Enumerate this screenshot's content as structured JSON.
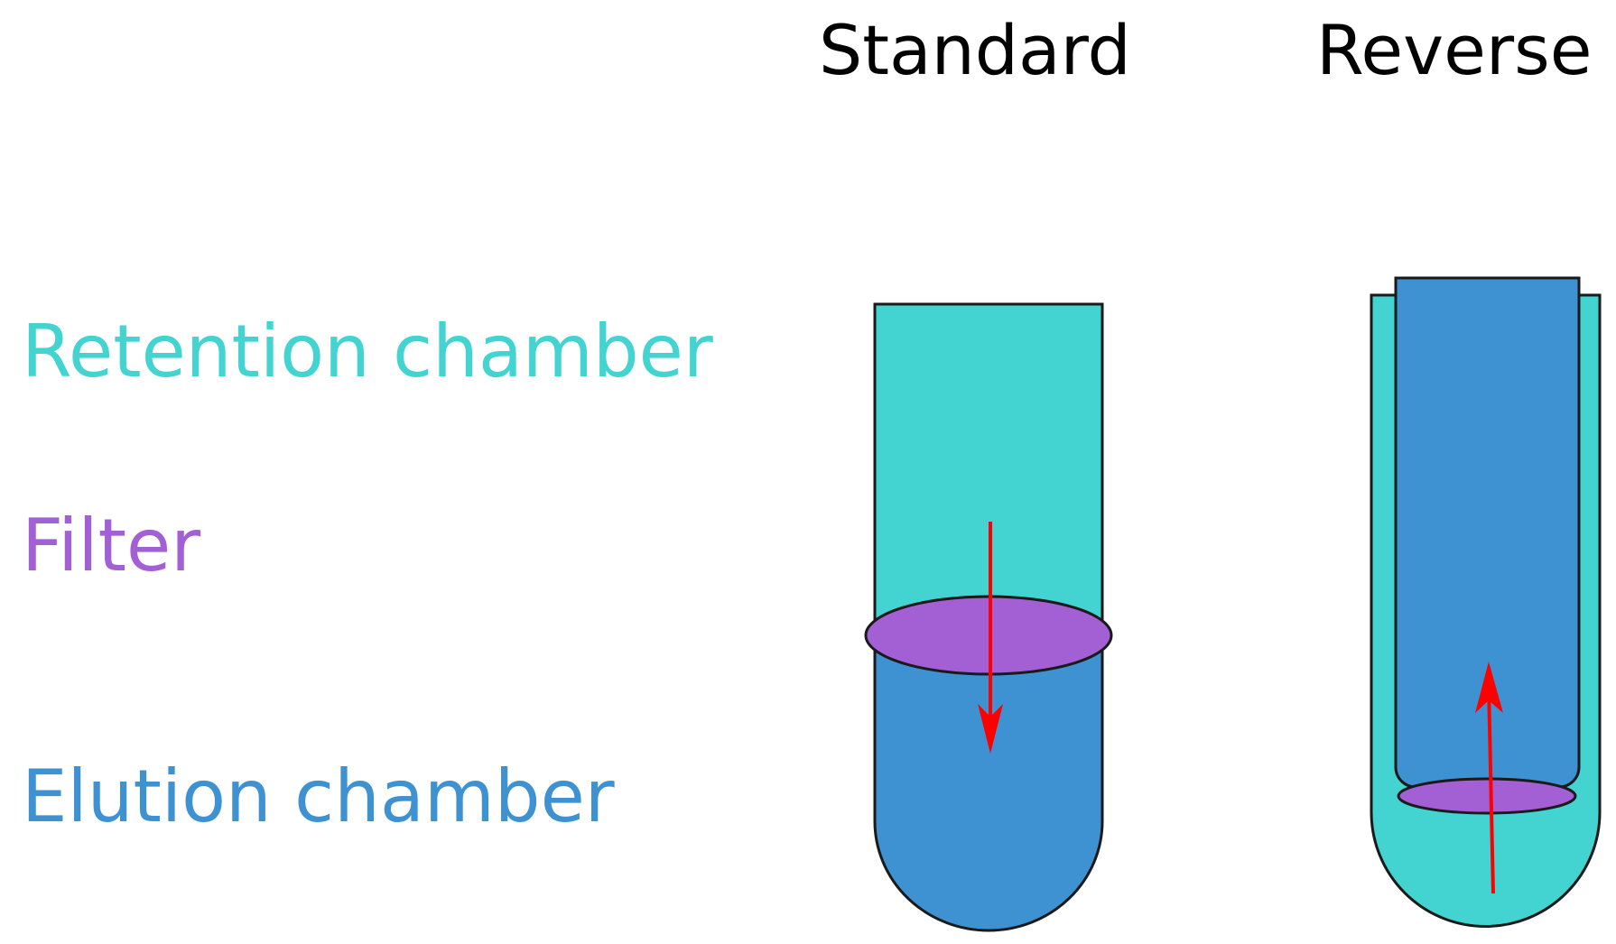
{
  "titles": {
    "standard": "Standard",
    "reverse": "Reverse"
  },
  "legend": {
    "retention": {
      "label": "Retention chamber",
      "color": "#43d3d0"
    },
    "filter": {
      "label": "Filter",
      "color": "#a35fd4"
    },
    "elution": {
      "label": "Elution chamber",
      "color": "#3f92d2"
    }
  },
  "colors": {
    "arrow": "#ff0000",
    "outline": "#1a1a1a",
    "text": "#000000"
  }
}
